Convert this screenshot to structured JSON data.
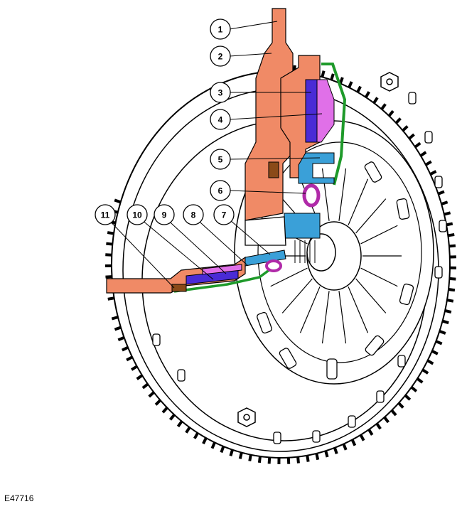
{
  "figure": {
    "code": "E47716",
    "colors": {
      "flywheel_line": "#000000",
      "flywheel_fill": "#ffffff",
      "section_orange": "#f08a66",
      "section_purple": "#4a2bd6",
      "section_pink": "#e070e8",
      "section_green": "#1e9a2a",
      "section_blue": "#3aa0d8",
      "section_magenta": "#b02aa8",
      "section_brown": "#8a4a18"
    },
    "callouts": [
      {
        "id": "callout-1",
        "label": "1"
      },
      {
        "id": "callout-2",
        "label": "2"
      },
      {
        "id": "callout-3",
        "label": "3"
      },
      {
        "id": "callout-4",
        "label": "4"
      },
      {
        "id": "callout-5",
        "label": "5"
      },
      {
        "id": "callout-6",
        "label": "6"
      },
      {
        "id": "callout-7",
        "label": "7"
      },
      {
        "id": "callout-8",
        "label": "8"
      },
      {
        "id": "callout-9",
        "label": "9"
      },
      {
        "id": "callout-10",
        "label": "10"
      },
      {
        "id": "callout-11",
        "label": "11"
      }
    ]
  }
}
